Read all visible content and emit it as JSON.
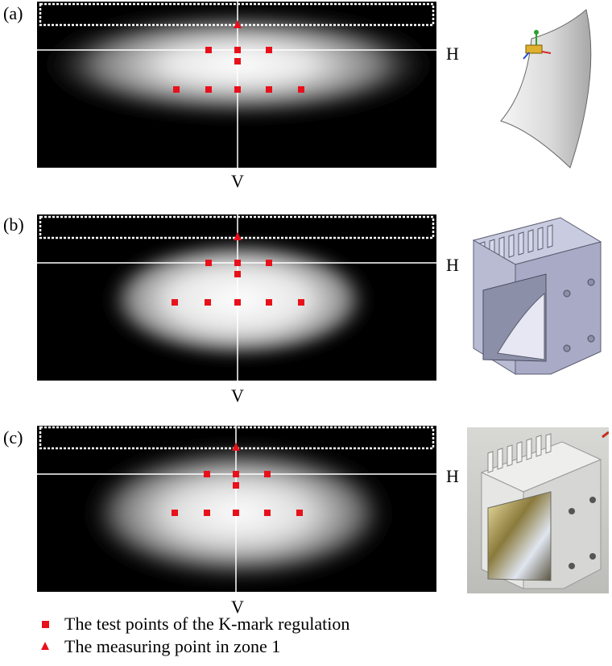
{
  "panels": [
    {
      "label": "(a)",
      "h_label": "H",
      "v_label": "V",
      "model_image": "curved-reflector-surface"
    },
    {
      "label": "(b)",
      "h_label": "H",
      "v_label": "V",
      "model_image": "headlamp-module-cad-model"
    },
    {
      "label": "(c)",
      "h_label": "H",
      "v_label": "V",
      "model_image": "headlamp-module-photo"
    }
  ],
  "legend": {
    "test_points_text": "The test points of the K-mark regulation",
    "measuring_point_text": "The measuring point in zone 1"
  },
  "colors": {
    "marker": "#e8101a",
    "beam_background": "#000000",
    "zone_outline": "#ffffff"
  }
}
